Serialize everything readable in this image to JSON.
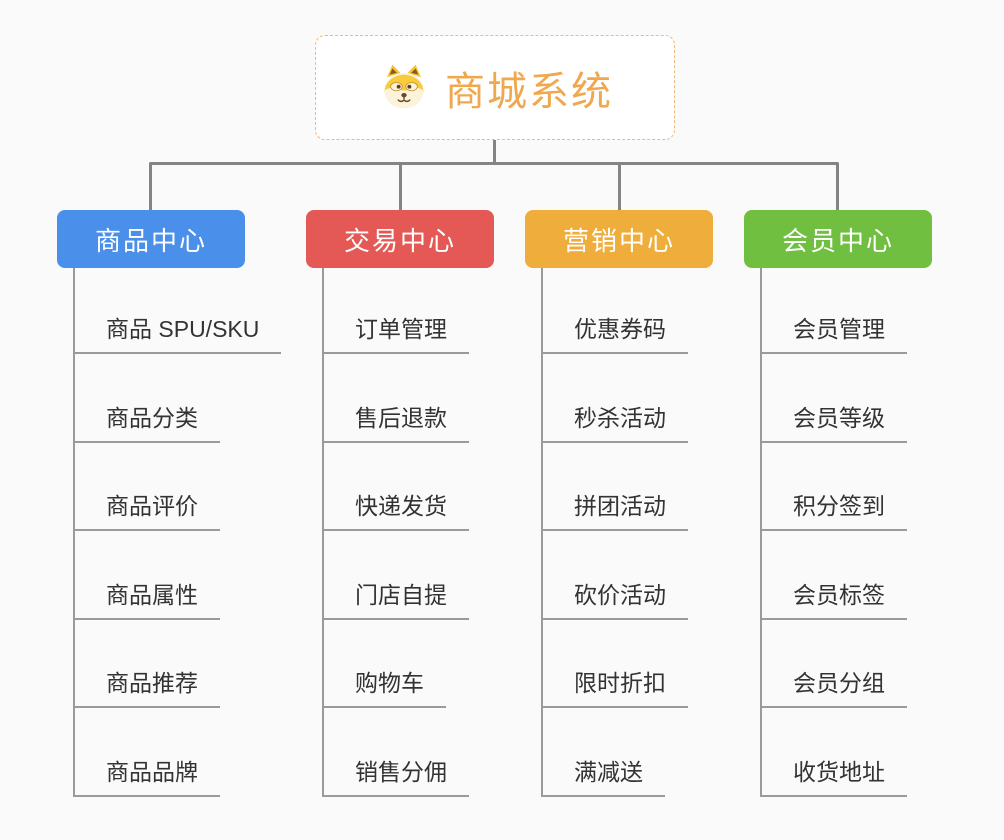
{
  "root": {
    "title": "商城系统",
    "icon": "shiba-dog-icon",
    "text_color": "#f0a84e",
    "border_color": "#f0b973"
  },
  "colors": {
    "background": "#fafafa",
    "connector": "#848484",
    "leaf-line": "#9a9a9a",
    "leaf-text": "#333333",
    "root-text": "#f0a84e",
    "root-border": "#f0b973"
  },
  "branches": [
    {
      "label": "商品中心",
      "color": "#4a8fe9",
      "items": [
        "商品 SPU/SKU",
        "商品分类",
        "商品评价",
        "商品属性",
        "商品推荐",
        "商品品牌"
      ]
    },
    {
      "label": "交易中心",
      "color": "#e45855",
      "items": [
        "订单管理",
        "售后退款",
        "快递发货",
        "门店自提",
        "购物车",
        "销售分佣"
      ]
    },
    {
      "label": "营销中心",
      "color": "#efad3b",
      "items": [
        "优惠券码",
        "秒杀活动",
        "拼团活动",
        "砍价活动",
        "限时折扣",
        "满减送"
      ]
    },
    {
      "label": "会员中心",
      "color": "#70bf40",
      "items": [
        "会员管理",
        "会员等级",
        "积分签到",
        "会员标签",
        "会员分组",
        "收货地址"
      ]
    }
  ]
}
